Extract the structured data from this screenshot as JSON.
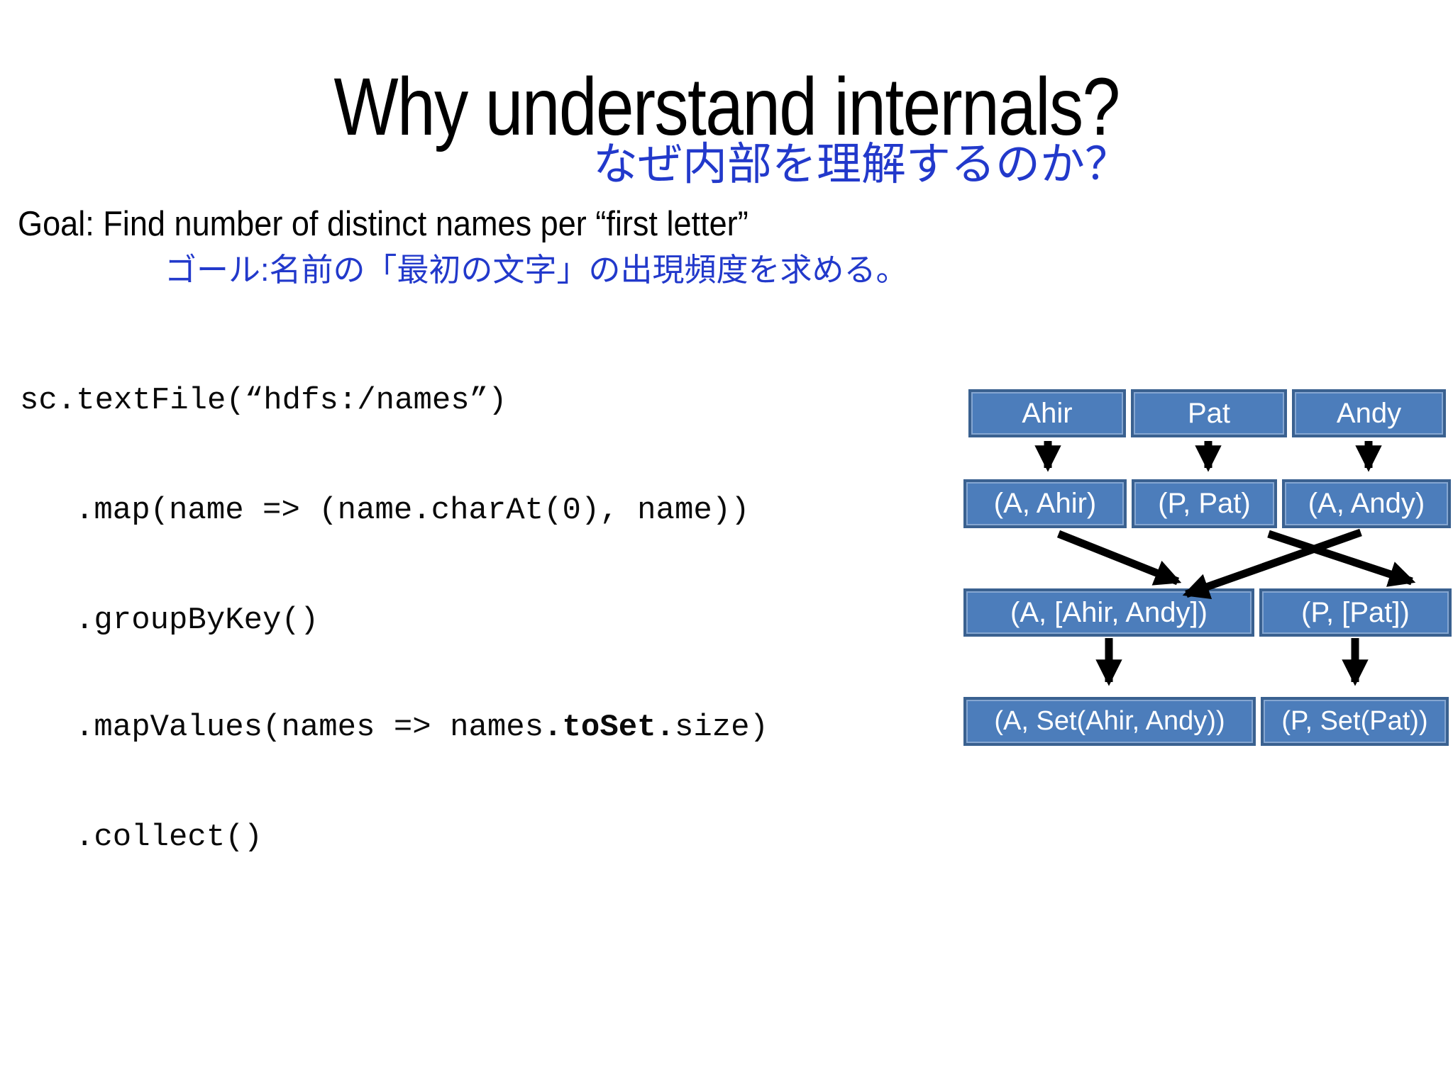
{
  "slide": {
    "title": "Why understand internals?",
    "subtitle_ja": "なぜ内部を理解するのか？",
    "goal": {
      "en": "Goal: Find number of distinct names per “first letter”",
      "ja": "ゴール:名前の「最初の文字」の出現頻度を求める。"
    },
    "code": {
      "line1": "sc.textFile(“hdfs:/names”)",
      "line2": ".map(name => (name.charAt(0), name))",
      "line3": ".groupByKey()",
      "line4_pre": ".mapValues(names => names",
      "line4_bold": ".toSet.",
      "line4_post": "size)",
      "line5": ".collect()"
    },
    "diagram": {
      "row1": [
        "Ahir",
        "Pat",
        "Andy"
      ],
      "row2": [
        "(A, Ahir)",
        "(P, Pat)",
        "(A, Andy)"
      ],
      "row3": [
        "(A, [Ahir, Andy])",
        "(P, [Pat])"
      ],
      "row4": [
        "(A, Set(Ahir, Andy))",
        "(P, Set(Pat))"
      ]
    },
    "colors": {
      "subtitle_blue": "#2239CB",
      "box_fill": "#4C7DBB",
      "box_border": "#3A6190",
      "box_text": "#FFFFFF",
      "arrow": "#000000"
    }
  }
}
